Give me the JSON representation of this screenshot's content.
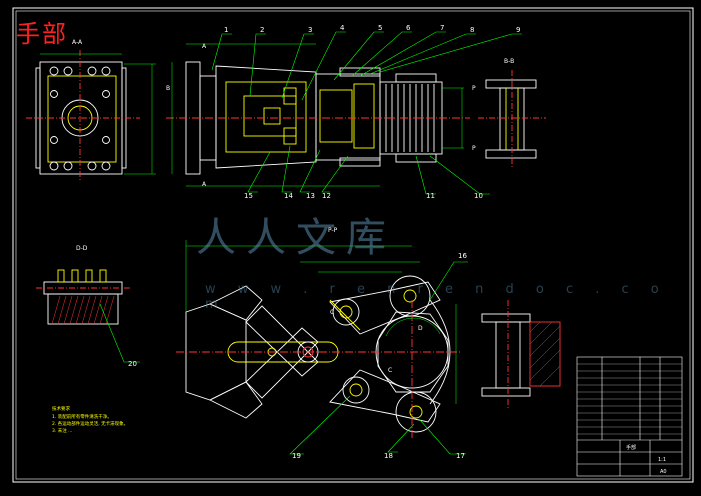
{
  "drawing": {
    "title": "手部",
    "colors": {
      "background": "#000000",
      "outline": "#ffffff",
      "part": "#ffff00",
      "leader": "#00ff00",
      "centerline": "#ff3030",
      "hatch": "#ff3030",
      "section": "#ff00ff",
      "title_text": "#ff2020"
    },
    "watermark": {
      "main": "人人文库",
      "url": "w w w . r e n r e n d o c . c o m"
    },
    "section_labels": {
      "a": "A",
      "a2": "A",
      "b": "B",
      "bb": "B-B",
      "dd": "D-D",
      "pp": "P-P",
      "c1": "C",
      "c2": "C",
      "d1": "D",
      "p1": "P",
      "p2": "P",
      "ab": "A-A"
    },
    "callouts": [
      "1",
      "2",
      "3",
      "4",
      "5",
      "6",
      "7",
      "8",
      "9",
      "10",
      "11",
      "12",
      "13",
      "14",
      "15",
      "16",
      "17",
      "18",
      "19",
      "20"
    ],
    "notes": [
      "技术要求",
      "1. 装配前所有零件清洗干净。",
      "2. 各运动部件运动灵活, 无卡滞现象。",
      "3. 未注 ..."
    ],
    "title_block": {
      "name": "手部",
      "scale": "1:1",
      "sheet": "A0"
    }
  }
}
